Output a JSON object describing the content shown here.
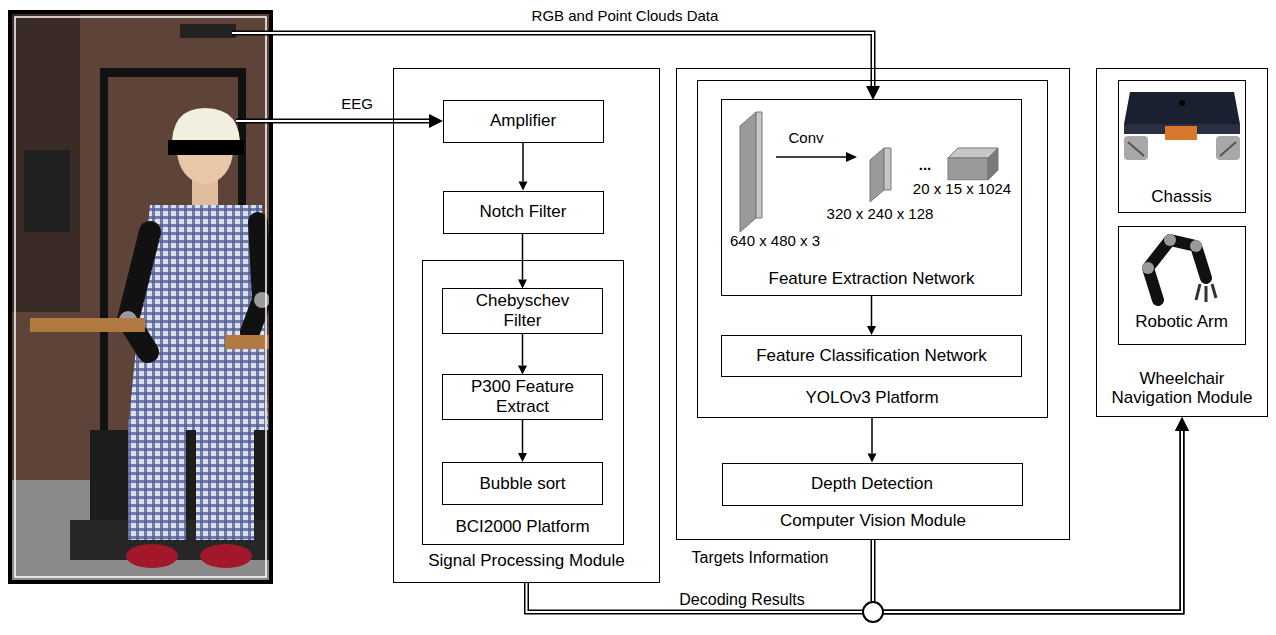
{
  "diagram": {
    "nodes": [
      {
        "text": [
          "Signal Processing Module"
        ]
      },
      {
        "text": [
          "Amplifier"
        ],
        "in": 0
      },
      {
        "text": [
          "Notch Filter"
        ],
        "in": 0
      },
      {
        "text": [
          "BCI2000 Platform"
        ],
        "in": 0
      },
      {
        "text": [
          "Chebyschev Filter"
        ],
        "in": 3
      },
      {
        "text": [
          "P300 Feature Extract"
        ],
        "in": 3
      },
      {
        "text": [
          "Bubble sort"
        ],
        "in": 3
      },
      {
        "text": [
          "Computer Vision Module"
        ]
      },
      {
        "text": [
          "YOLOv3 Platform"
        ],
        "in": 7
      },
      {
        "text": [
          "Feature Extraction Network"
        ],
        "in": 8
      },
      {
        "text": [
          "Feature Classification Network"
        ],
        "in": 8
      },
      {
        "text": [
          "Depth Detection"
        ],
        "in": 7
      },
      {
        "text": [
          "Wheelchair Navigation Module"
        ]
      },
      {
        "text": [
          "Chassis"
        ],
        "in": 12
      },
      {
        "text": [
          "Robotic Arm"
        ],
        "in": 12
      }
    ],
    "edges": [
      {
        "from": 1,
        "to": 2,
        "arrow": "to"
      },
      {
        "from": 2,
        "to": 4,
        "arrow": "to"
      },
      {
        "from": 4,
        "to": 5,
        "arrow": "to"
      },
      {
        "from": 5,
        "to": 6,
        "arrow": "to"
      },
      {
        "from": 9,
        "to": 10,
        "arrow": "to"
      },
      {
        "from": 8,
        "to": 11,
        "arrow": "to"
      },
      {
        "from": 0,
        "to": 12,
        "label": "Decoding Results",
        "arrow": "to"
      },
      {
        "from": 7,
        "to": 12,
        "label": "Targets Information",
        "arrow": "to"
      }
    ],
    "labels": [
      "RGB and Point Clouds Data",
      "EEG",
      "Conv",
      "320 x 240 x 128",
      "20 x 15 x 1024",
      "640 x 480 x 3",
      "..."
    ]
  }
}
